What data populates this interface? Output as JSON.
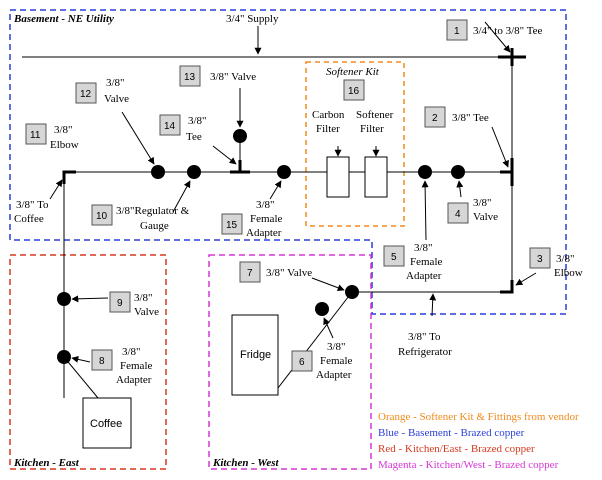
{
  "regions": {
    "basement": {
      "label": "Basement - NE Utility",
      "color": "#2a3fd6"
    },
    "kitchen_east": {
      "label": "Kitchen - East",
      "color": "#d63a1f"
    },
    "kitchen_west": {
      "label": "Kitchen - West",
      "color": "#d636d6"
    },
    "softener": {
      "label": "Softener Kit",
      "color": "#f08a1c"
    }
  },
  "supply": {
    "label": "3/4\" Supply"
  },
  "filters": {
    "carbon": [
      "Carbon",
      "Filter"
    ],
    "softener": [
      "Softener",
      "Filter"
    ]
  },
  "appliances": {
    "fridge": "Fridge",
    "coffee": "Coffee"
  },
  "parts": [
    {
      "num": "1",
      "lines": [
        "3/4\" to 3/8\" Tee"
      ]
    },
    {
      "num": "2",
      "lines": [
        "3/8\" Tee"
      ]
    },
    {
      "num": "3",
      "lines": [
        "3/8\"",
        "Elbow"
      ]
    },
    {
      "num": "4",
      "lines": [
        "3/8\"",
        "Valve"
      ]
    },
    {
      "num": "5",
      "lines": [
        "3/8\"",
        "Female",
        "Adapter"
      ]
    },
    {
      "num": "6",
      "lines": [
        "3/8\"",
        "Female",
        "Adapter"
      ]
    },
    {
      "num": "7",
      "lines": [
        "3/8\" Valve"
      ]
    },
    {
      "num": "8",
      "lines": [
        "3/8\"",
        "Female",
        "Adapter"
      ]
    },
    {
      "num": "9",
      "lines": [
        "3/8\"",
        "Valve"
      ]
    },
    {
      "num": "10",
      "lines": [
        "3/8\"Regulator &",
        "Gauge"
      ]
    },
    {
      "num": "11",
      "lines": [
        "3/8\"",
        "Elbow"
      ]
    },
    {
      "num": "12",
      "lines": [
        "3/8\"",
        "Valve"
      ]
    },
    {
      "num": "13",
      "lines": [
        "3/8\" Valve"
      ]
    },
    {
      "num": "14",
      "lines": [
        "3/8\"",
        "Tee"
      ]
    },
    {
      "num": "15",
      "lines": [
        "3/8\"",
        "Female",
        "Adapter"
      ]
    },
    {
      "num": "16",
      "lines": []
    }
  ],
  "outlets": {
    "coffee": [
      "3/8\" To",
      "Coffee"
    ],
    "refrigerator": [
      "3/8\" To",
      "Refrigerator"
    ]
  },
  "legend": [
    {
      "text": "Orange - Softener Kit & Fittings from vendor",
      "color": "#f08a1c"
    },
    {
      "text": "Blue - Basement - Brazed copper",
      "color": "#2a3fd6"
    },
    {
      "text": "Red - Kitchen/East - Brazed copper",
      "color": "#d63a1f"
    },
    {
      "text": "Magenta - Kitchen/West - Brazed copper",
      "color": "#d636d6"
    }
  ]
}
